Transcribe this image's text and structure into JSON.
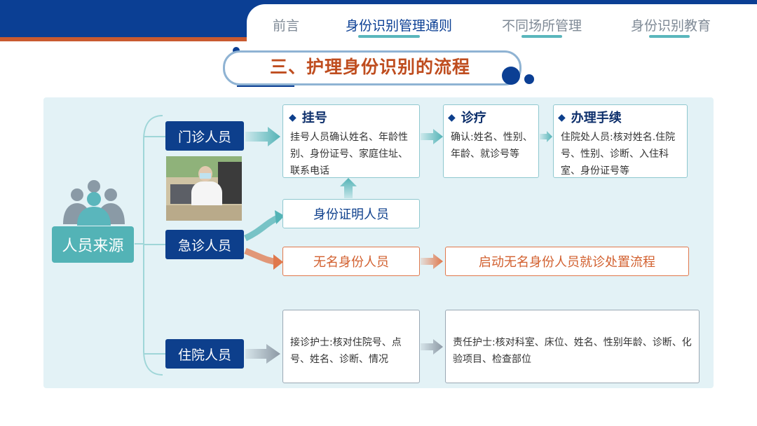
{
  "nav": {
    "items": [
      "前言",
      "身份识别管理通则",
      "不同场所管理",
      "身份识别教育"
    ],
    "active_index": 1
  },
  "title": "三、护理身份识别的流程",
  "diagram": {
    "source_label": "人员来源",
    "categories": {
      "outpatient": "门诊人员",
      "emergency": "急诊人员",
      "inpatient": "住院人员"
    },
    "registration": {
      "heading": "挂号",
      "body": "挂号人员确认姓名、年龄性别、身份证号、家庭住址、联系电话"
    },
    "diagnosis": {
      "heading": "诊疗",
      "body": "确认:姓名、性别、年龄、就诊号等"
    },
    "admission": {
      "heading": "办理手续",
      "body": "住院处人员:核对姓名.住院号、性别、诊断、入住科室、身份证号等"
    },
    "with_id": "身份证明人员",
    "unnamed": "无名身份人员",
    "unnamed_process": "启动无名身份人员就诊处置流程",
    "receiving_nurse": "接诊护士:核对住院号、点号、姓名、诊断、情况",
    "responsible_nurse": "责任护士:核对科室、床位、姓名、性别年龄、诊断、化验项目、检查部位"
  },
  "colors": {
    "navy": "#0d3f8c",
    "teal": "#53b3b6",
    "orange": "#e0784c",
    "title_red": "#bf4d1f",
    "panel_bg": "#e3f2f6"
  }
}
